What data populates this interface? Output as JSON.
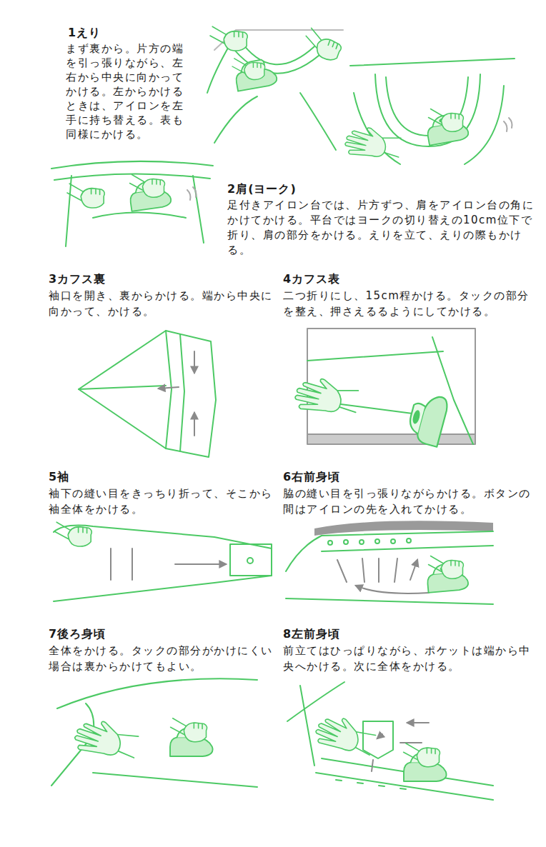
{
  "diagram": {
    "labels": [
      "1えり",
      "まず裏から。片方の端を引っ張りながら、左右から中央に向かってかける。左からかけるときは、アイロンを左手に持ち替える。表も同様にかける。",
      "2肩(ヨーク)",
      "足付きアイロン台では、片方ずつ、肩をアイロン台の角にかけてかける。平台ではヨークの切り替えの10cm位下で折り、肩の部分をかける。えりを立て、えりの際もかける。",
      "3カフス裏",
      "袖口を開き、裏からかける。端から中央に向かって、かける。",
      "4カフス表",
      "二つ折りにし、15cm程かける。タックの部分を整え、押さえるるようにしてかける。",
      "5袖",
      "袖下の縫い目をきっちり折って、そこから袖全体をかける。",
      "6右前身頃",
      "脇の縫い目を引っ張りながらかける。ボタンの間はアイロンの先を入れてかける。",
      "7後ろ身頃",
      "全体をかける。タックの部分がかけにくい場合は裏からかけてもよい。",
      "8左前身頃",
      "前立てはひっぱりながら、ポケットは端から中央へかける。次に全体をかける。"
    ]
  }
}
